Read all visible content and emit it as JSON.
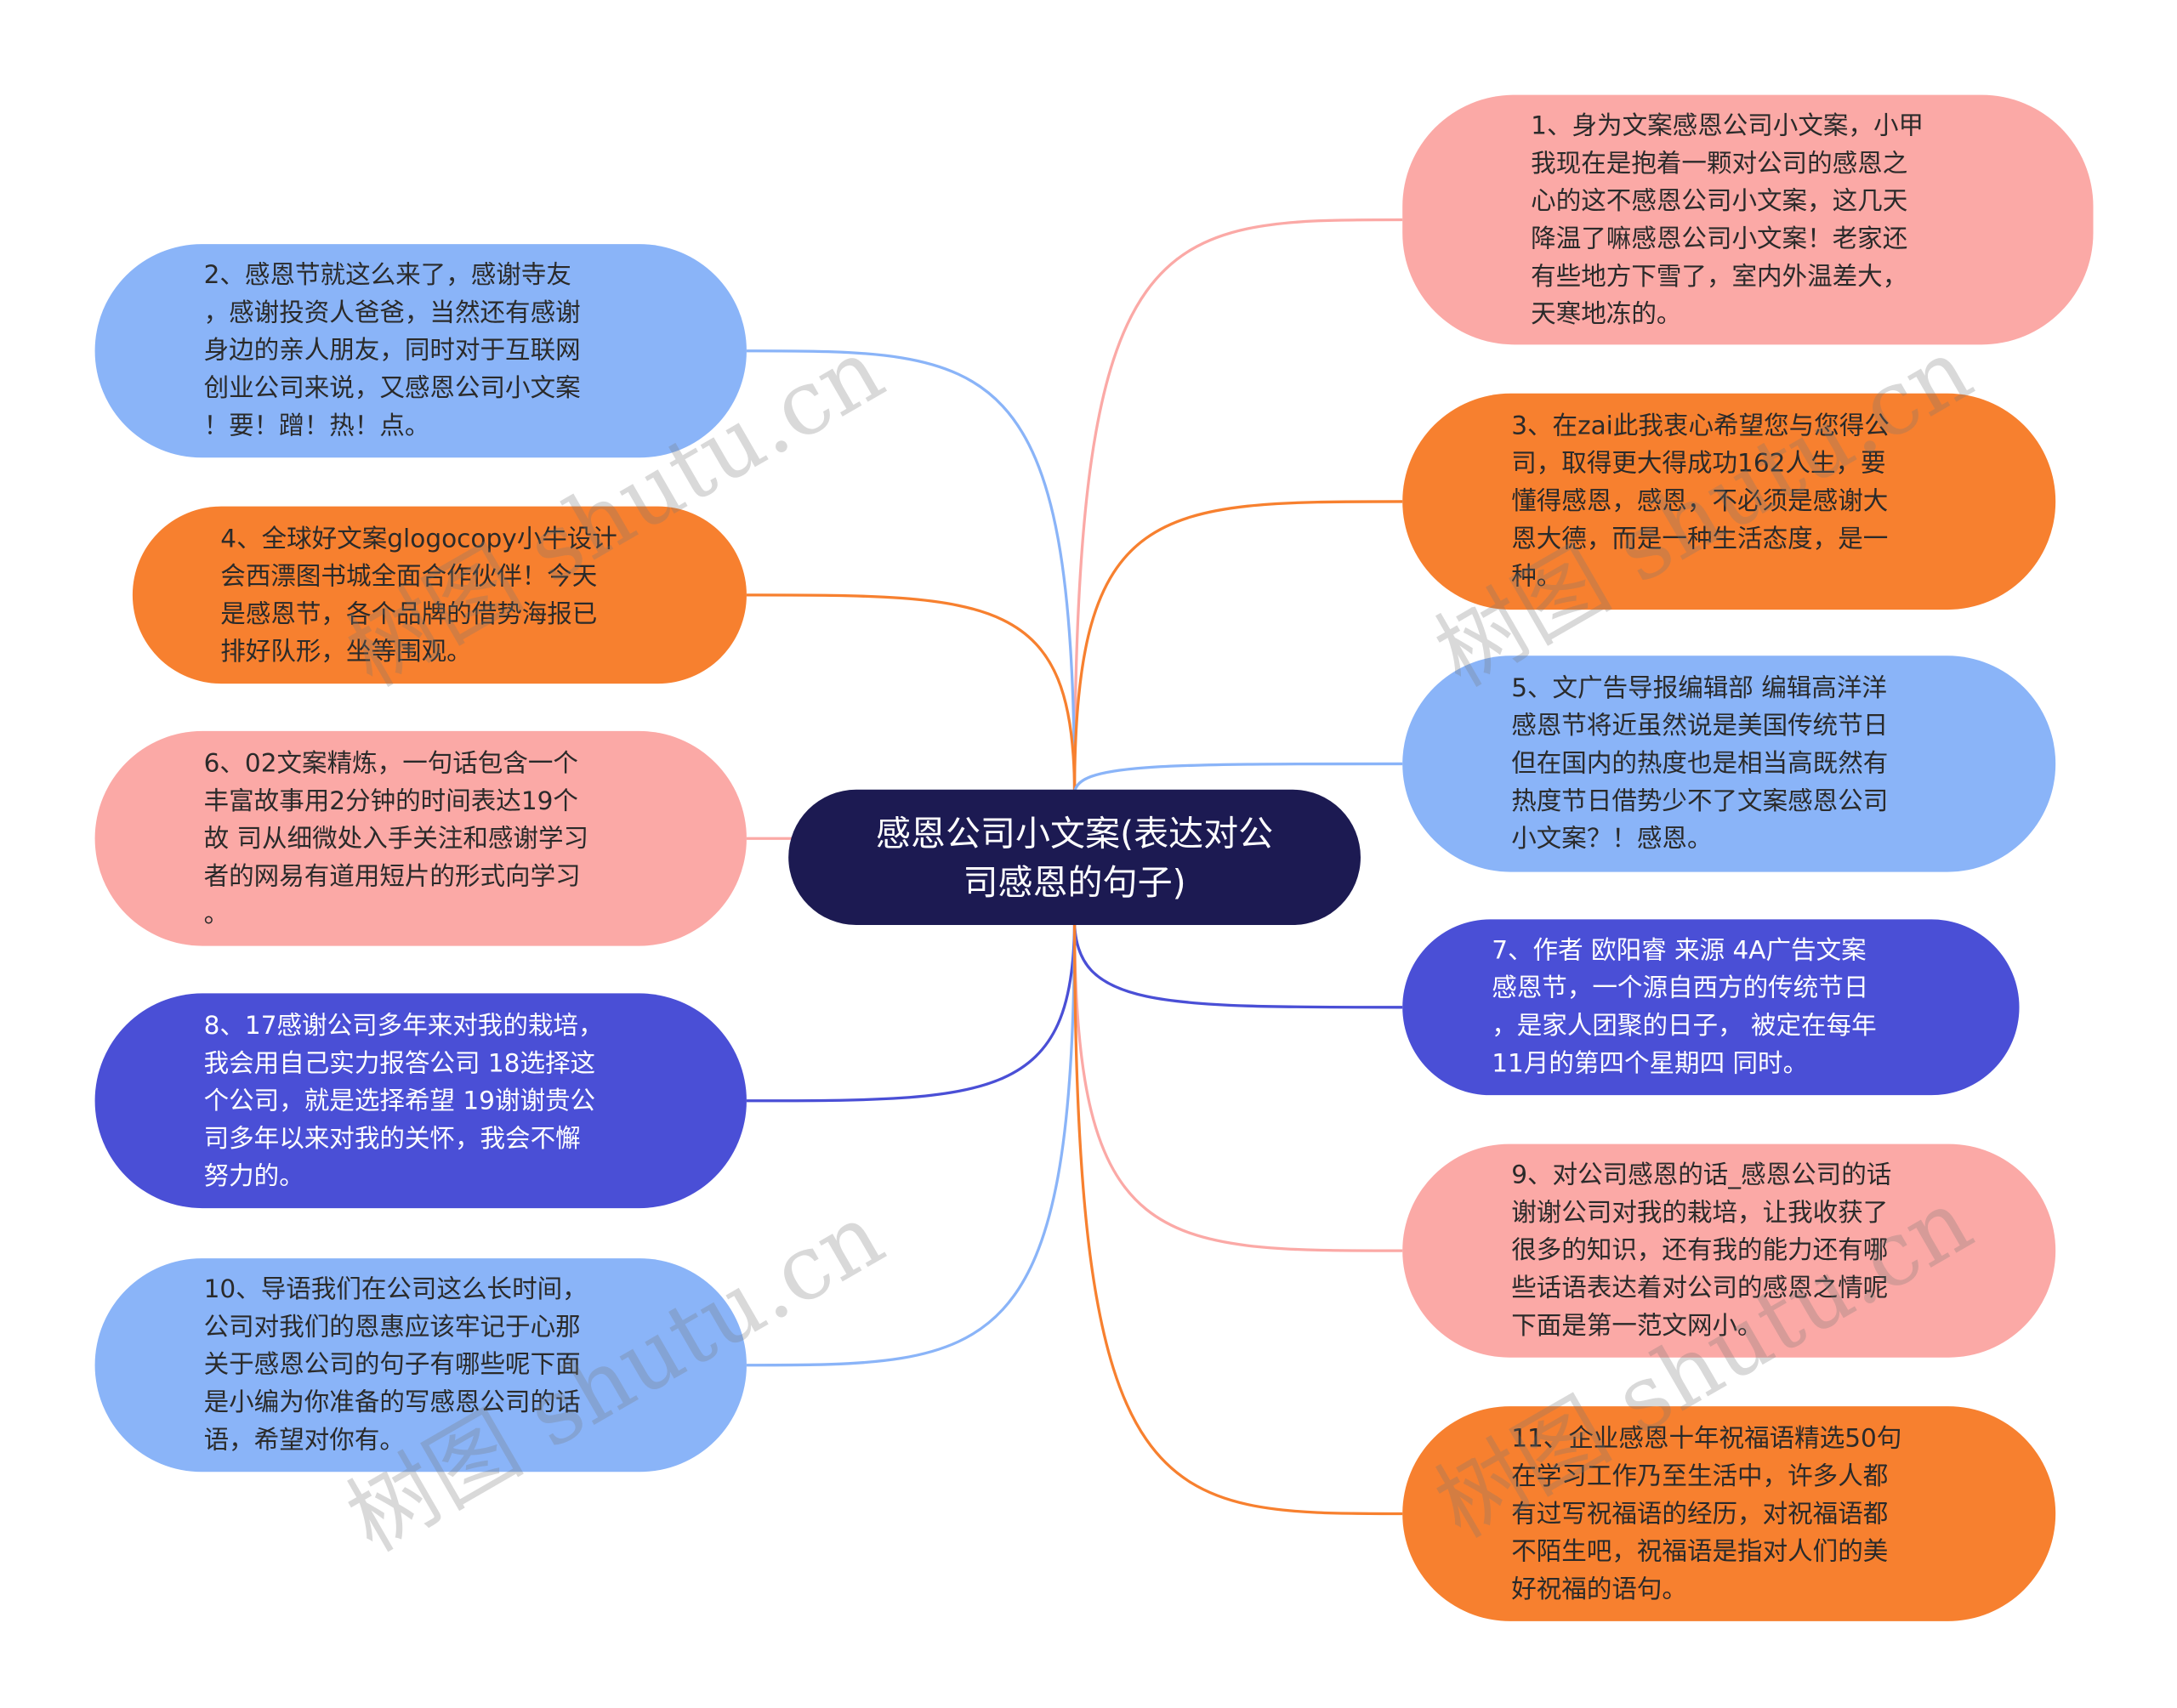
{
  "center": {
    "title": "感恩公司小文案(表达对公\n司感恩的句子)",
    "color": "#1c1a52"
  },
  "colors": {
    "pink": "#fba9a6",
    "orange": "#f7802f",
    "blue": "#8ab4f8",
    "indigo": "#4a4fd6"
  },
  "watermark": "树图 shutu.cn",
  "nodes": [
    {
      "id": "n1",
      "side": "right",
      "color": "pink",
      "text": "1、身为文案感恩公司小文案，小甲\n我现在是抱着一颗对公司的感恩之\n心的这不感恩公司小文案，这几天\n降温了嘛感恩公司小文案！老家还\n有些地方下雪了，室内外温差大，\n天寒地冻的。"
    },
    {
      "id": "n2",
      "side": "left",
      "color": "blue",
      "text": "2、感恩节就这么来了，感谢寺友\n，感谢投资人爸爸，当然还有感谢\n身边的亲人朋友，同时对于互联网\n创业公司来说，又感恩公司小文案\n！要！蹭！热！点。"
    },
    {
      "id": "n3",
      "side": "right",
      "color": "orange",
      "text": "3、在zai此我衷心希望您与您得公\n司，取得更大得成功162人生，要\n懂得感恩，感恩，不必须是感谢大\n恩大德，而是一种生活态度，是一\n种。"
    },
    {
      "id": "n4",
      "side": "left",
      "color": "orange",
      "text": "4、全球好文案glogocopy小牛设计\n会西漂图书城全面合作伙伴！今天\n是感恩节，各个品牌的借势海报已\n排好队形，坐等围观。"
    },
    {
      "id": "n5",
      "side": "right",
      "color": "blue",
      "text": "5、文广告导报编辑部 编辑高洋洋\n感恩节将近虽然说是美国传统节日\n但在国内的热度也是相当高既然有\n热度节日借势少不了文案感恩公司\n小文案？！感恩。"
    },
    {
      "id": "n6",
      "side": "left",
      "color": "pink",
      "text": "6、02文案精炼，一句话包含一个\n丰富故事用2分钟的时间表达19个\n故 司从细微处入手关注和感谢学习\n者的网易有道用短片的形式向学习\n。"
    },
    {
      "id": "n7",
      "side": "right",
      "color": "indigo",
      "text": "7、作者 欧阳睿 来源 4A广告文案\n感恩节，一个源自西方的传统节日\n，是家人团聚的日子， 被定在每年\n11月的第四个星期四 同时。"
    },
    {
      "id": "n8",
      "side": "left",
      "color": "indigo",
      "text": "8、17感谢公司多年来对我的栽培，\n我会用自己实力报答公司 18选择这\n个公司，就是选择希望 19谢谢贵公\n司多年以来对我的关怀，我会不懈\n努力的。"
    },
    {
      "id": "n9",
      "side": "right",
      "color": "pink",
      "text": "9、对公司感恩的话_感恩公司的话\n谢谢公司对我的栽培，让我收获了\n很多的知识，还有我的能力还有哪\n些话语表达着对公司的感恩之情呢\n下面是第一范文网小。"
    },
    {
      "id": "n10",
      "side": "left",
      "color": "blue",
      "text": "10、导语我们在公司这么长时间，\n公司对我们的恩惠应该牢记于心那\n关于感恩公司的句子有哪些呢下面\n是小编为你准备的写感恩公司的话\n语，希望对你有。"
    },
    {
      "id": "n11",
      "side": "right",
      "color": "orange",
      "text": "11、企业感恩十年祝福语精选50句\n在学习工作乃至生活中，许多人都\n有过写祝福语的经历，对祝福语都\n不陌生吧，祝福语是指对人们的美\n好祝福的语句。"
    }
  ]
}
